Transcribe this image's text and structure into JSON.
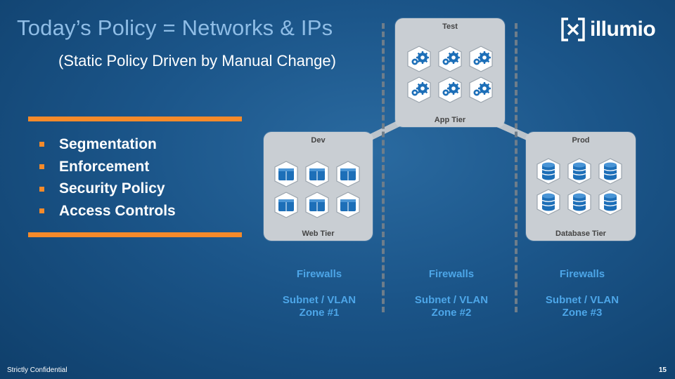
{
  "slide": {
    "title": "Today’s Policy = Networks & IPs",
    "subtitle": "(Static Policy Driven by Manual Change)",
    "logo_text": "illumio",
    "bullets": [
      {
        "label": "Segmentation"
      },
      {
        "label": "Enforcement"
      },
      {
        "label": "Security Policy"
      },
      {
        "label": "Access Controls"
      }
    ],
    "tiers": {
      "dev": {
        "env": "Dev",
        "name": "Web Tier",
        "icon": "web-server-icon"
      },
      "test": {
        "env": "Test",
        "name": "App Tier",
        "icon": "app-gear-icon"
      },
      "prod": {
        "env": "Prod",
        "name": "Database Tier",
        "icon": "database-icon"
      }
    },
    "zones": [
      {
        "line1": "Firewalls",
        "line2": "Subnet / VLAN",
        "line3": "Zone #1"
      },
      {
        "line1": "Firewalls",
        "line2": "Subnet / VLAN",
        "line3": "Zone #2"
      },
      {
        "line1": "Firewalls",
        "line2": "Subnet / VLAN",
        "line3": "Zone #3"
      }
    ],
    "footer": {
      "confidential": "Strictly Confidential",
      "page_number": "15"
    },
    "colors": {
      "accent_orange": "#f58a2a",
      "title_blue": "#8fbde6",
      "zone_blue": "#4da6e8",
      "tier_gray": "#c9ced3"
    }
  }
}
